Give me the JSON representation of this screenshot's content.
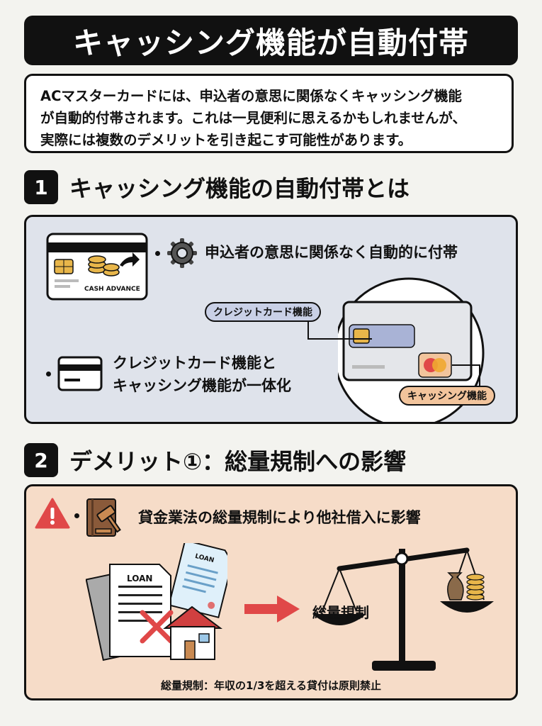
{
  "header": {
    "title": "キャッシング機能が自動付帯"
  },
  "intro": {
    "lines": [
      "ACマスターカードには、申込者の意思に関係なくキャッシング機能",
      "が自動的付帯されます。これは一見便利に思えるかもしれませんが、",
      "実際には複数のデメリットを引き起こす可能性があります。"
    ]
  },
  "section1": {
    "number": "1",
    "title": "キャッシング機能の自動付帯とは",
    "card_caption": "CASH ADVANCE",
    "bullet1": "申込者の意思に関係なく自動的に付帯",
    "bullet2_line1": "クレジットカード機能と",
    "bullet2_line2": "キャッシング機能が一体化",
    "tag_credit": "クレジットカード機能",
    "tag_cashing": "キャッシング機能"
  },
  "section2": {
    "number": "2",
    "title": "デメリット①：総量規制への影響",
    "bullet": "貸金業法の総量規制により他社借入に影響",
    "loan_label": "LOAN",
    "scale_label": "総量規制",
    "footer": "総量規制：年収の1/3を超える貸付は原則禁止"
  },
  "colors": {
    "accent_red": "#e04848",
    "panel1_bg": "#dfe3eb",
    "panel2_bg": "#f6dcc8",
    "coin": "#e8b64a"
  }
}
